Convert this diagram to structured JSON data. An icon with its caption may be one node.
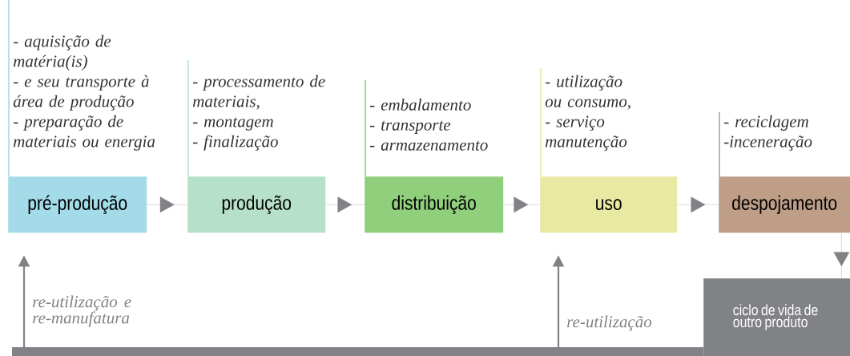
{
  "diagram": {
    "nodes": [
      {
        "text": [
          "pré-produção"
        ],
        "beside": [
          "- aquisição de matéria(is)",
          "- e seu transporte à área de produção",
          "- preparação de materiais ou energia"
        ]
      },
      {
        "text": [
          "produção"
        ],
        "beside": [
          "- processamento de materiais,",
          "- montagem",
          "- finalização"
        ]
      },
      {
        "text": [
          "distribuição"
        ],
        "beside": [
          "- embalamento",
          "- transporte",
          "- armazenamento"
        ]
      },
      {
        "text": [
          "uso"
        ],
        "beside": [
          "- utilização ou consumo,",
          "- serviço manutenção"
        ]
      },
      {
        "text": [
          "despojamento"
        ],
        "beside": [
          "- reciclagem",
          "-inceneração"
        ]
      },
      {
        "text": [
          "ciclo de vida de outro produto"
        ]
      }
    ],
    "edges": [
      {
        "from": 0,
        "to": 1,
        "arrow": "to"
      },
      {
        "from": 1,
        "to": 2,
        "arrow": "to"
      },
      {
        "from": 2,
        "to": 3,
        "arrow": "to"
      },
      {
        "from": 3,
        "to": 4,
        "arrow": "to"
      },
      {
        "from": 4,
        "to": 5,
        "arrow": "to"
      },
      {
        "from": 5,
        "to": 0,
        "arrow": "to",
        "label": "re-utilização e re-manufatura",
        "style": "thick"
      },
      {
        "from": 5,
        "to": 3,
        "arrow": "to",
        "label": "re-utilização",
        "style": "thick"
      }
    ]
  }
}
